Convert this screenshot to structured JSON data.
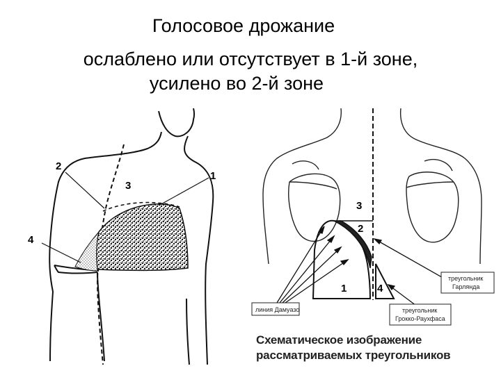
{
  "heading": {
    "line1": "Голосовое дрожание",
    "line2": "ослаблено или отсутствует в 1-й зоне,",
    "line3": "усилено во 2-й зоне"
  },
  "left_figure": {
    "labels": [
      "2",
      "3",
      "1",
      "4"
    ]
  },
  "right_figure": {
    "zone_labels": [
      "3",
      "2",
      "1",
      "4"
    ],
    "box_damuazo": "линия Дамуазо",
    "box_garland_1": "треугольник",
    "box_garland_2": "Гарлянда",
    "box_grokko_1": "треугольник",
    "box_grokko_2": "Грокко-Раухфаса"
  },
  "caption": {
    "line1": "Схематическое изображение",
    "line2": "рассматриваемых треугольников"
  }
}
